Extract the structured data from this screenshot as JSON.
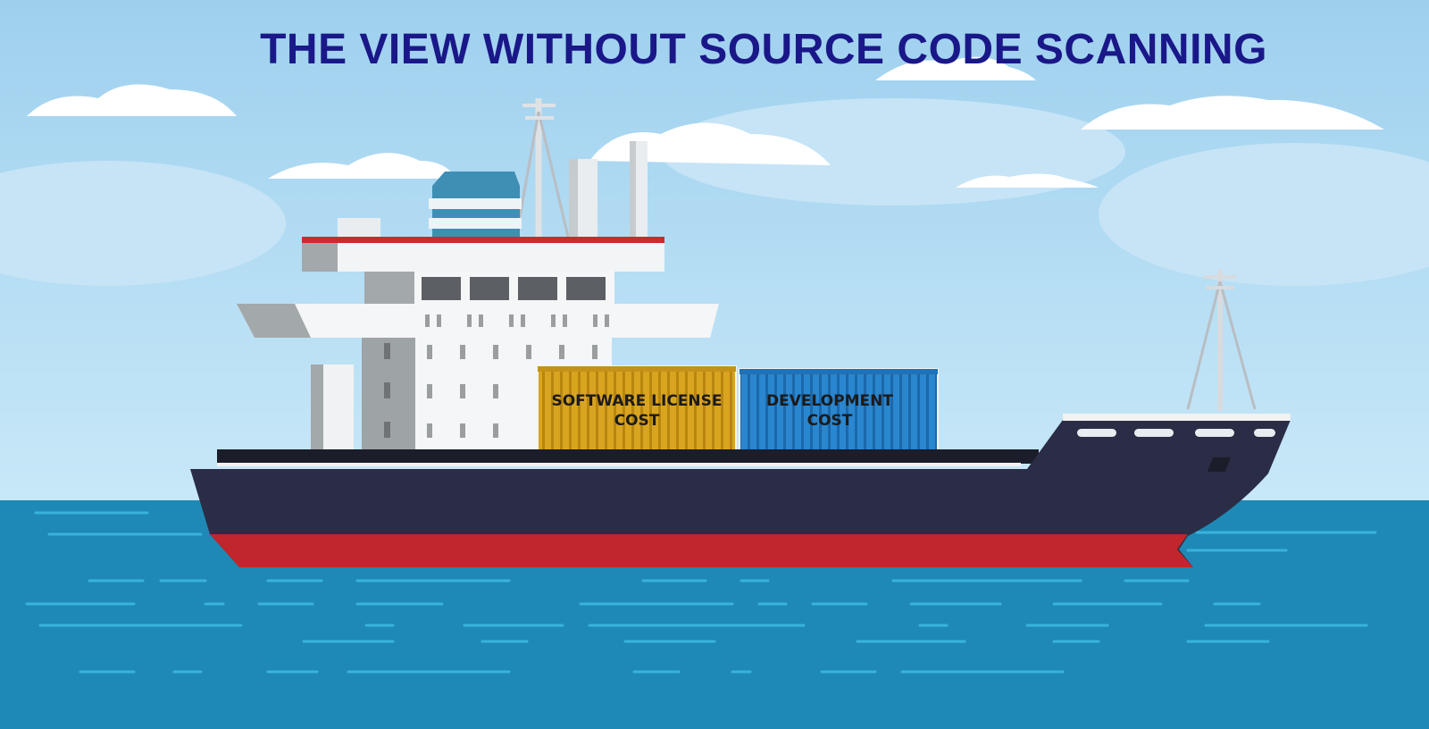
{
  "title": "THE VIEW WITHOUT SOURCE CODE SCANNING",
  "containers": [
    {
      "label_line1": "SOFTWARE LICENSE",
      "label_line2": "COST",
      "color": "#d9a520"
    },
    {
      "label_line1": "DEVELOPMENT",
      "label_line2": "COST",
      "color": "#2a86cf"
    }
  ],
  "colors": {
    "sky": "#a9d8f2",
    "sea": "#1f89b5",
    "hull": "#2a2d45",
    "hull_stripe": "#c0262c",
    "title": "#1a1889"
  }
}
